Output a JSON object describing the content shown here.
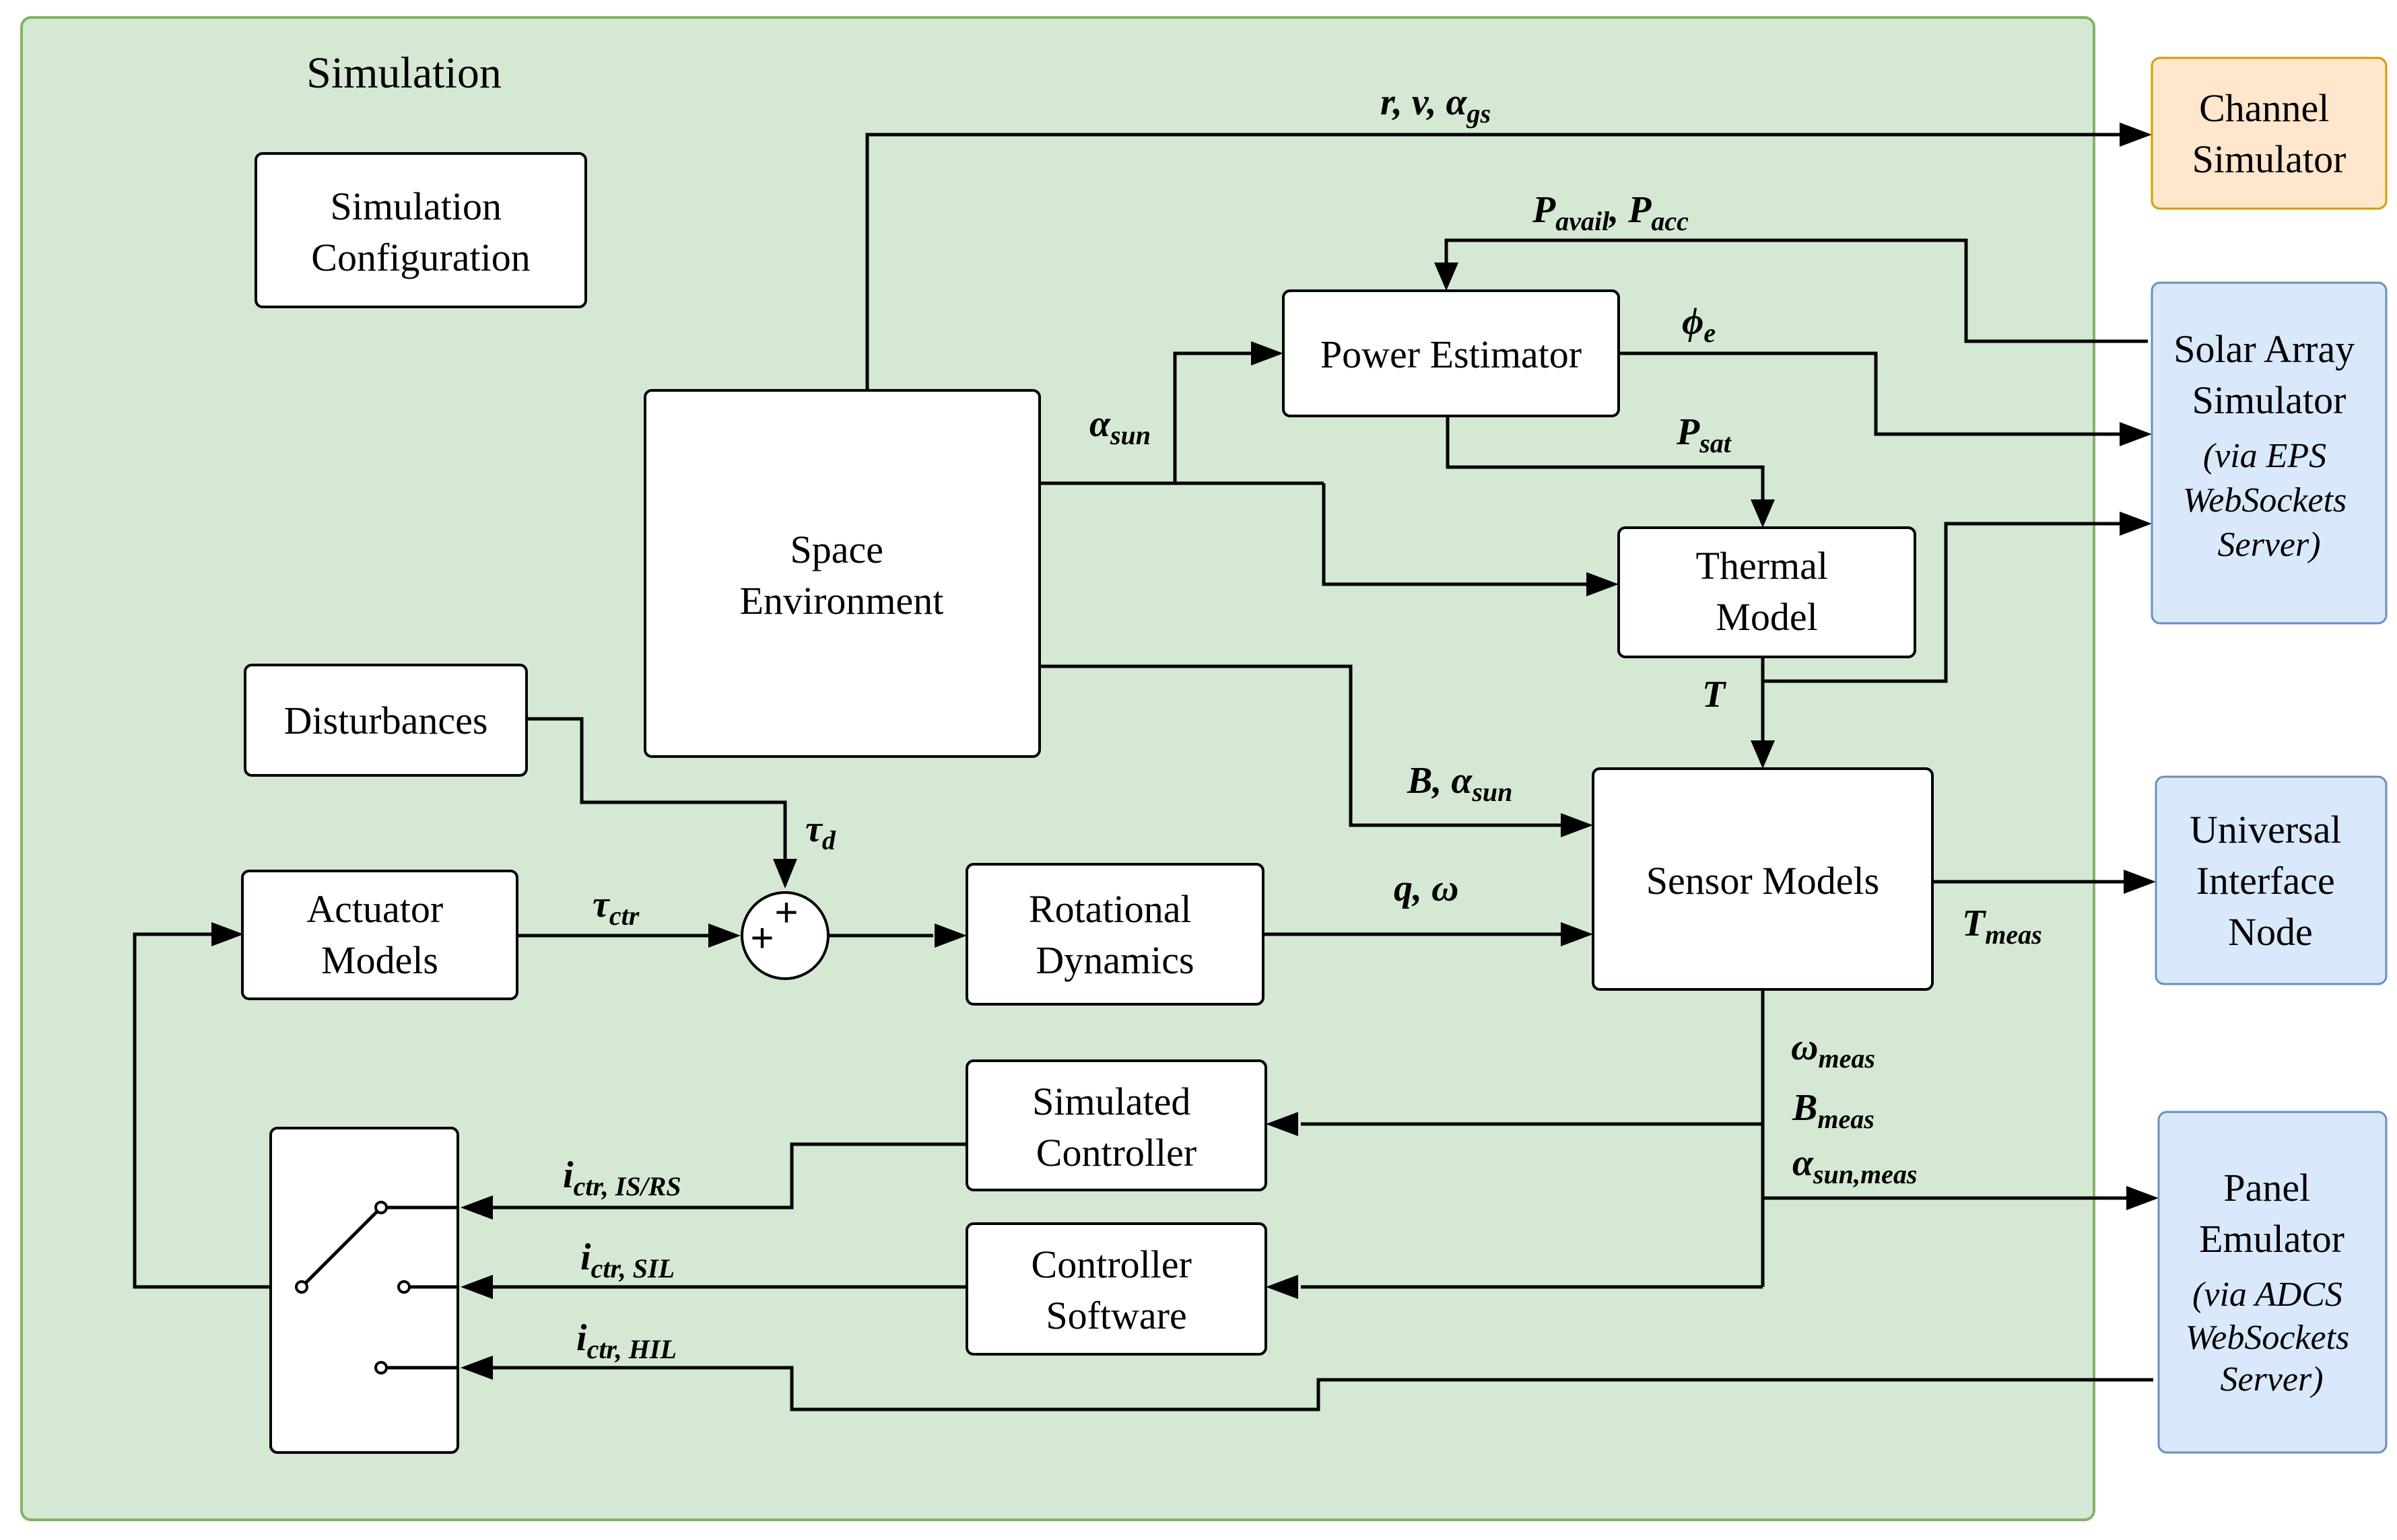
{
  "simulation": {
    "title": "Simulation"
  },
  "blocks": {
    "simulation_configuration": [
      "Simulation",
      "Configuration"
    ],
    "space_environment": [
      "Space",
      "Environment"
    ],
    "disturbances": "Disturbances",
    "actuator_models": [
      "Actuator",
      "Models"
    ],
    "rotational_dynamics": [
      "Rotational",
      "Dynamics"
    ],
    "power_estimator": "Power Estimator",
    "thermal_model": [
      "Thermal",
      "Model"
    ],
    "sensor_models": "Sensor Models",
    "simulated_controller": [
      "Simulated",
      "Controller"
    ],
    "controller_software": [
      "Controller",
      "Software"
    ]
  },
  "external": {
    "channel_simulator": [
      "Channel",
      "Simulator"
    ],
    "solar_array_simulator": {
      "lines": [
        "Solar Array",
        "Simulator"
      ],
      "note": [
        "(via EPS",
        "WebSockets",
        "Server)"
      ]
    },
    "universal_interface_node": [
      "Universal",
      "Interface",
      "Node"
    ],
    "panel_emulator": {
      "lines": [
        "Panel",
        "Emulator"
      ],
      "note": [
        "(via ADCS",
        "WebSockets",
        "Server)"
      ]
    }
  },
  "signals": {
    "r_v_alpha_gs": {
      "main": "r, v, α",
      "sub": "gs"
    },
    "p_avail_p_acc": {
      "p1": "P",
      "s1": "avail",
      "sep": ", P",
      "s2": "acc"
    },
    "phi_e": {
      "main": "ϕ",
      "sub": "e"
    },
    "alpha_sun": {
      "main": "α",
      "sub": "sun"
    },
    "p_sat": {
      "main": "P",
      "sub": "sat"
    },
    "t": "T",
    "b_alpha_sun": {
      "main": "B, α",
      "sub": "sun"
    },
    "tau_d": {
      "main": "τ",
      "sub": "d"
    },
    "tau_ctr": {
      "main": "τ",
      "sub": "ctr"
    },
    "q_omega": "q, ω",
    "t_meas": {
      "main": "T",
      "sub": "meas"
    },
    "omega_meas": {
      "main": "ω",
      "sub": "meas"
    },
    "b_meas": {
      "main": "B",
      "sub": "meas"
    },
    "alpha_sun_meas": {
      "main": "α",
      "sub": "sun,meas"
    },
    "i_ctr_is_rs": {
      "main": "i",
      "sub": "ctr, IS/RS"
    },
    "i_ctr_sil": {
      "main": "i",
      "sub": "ctr, SIL"
    },
    "i_ctr_hil": {
      "main": "i",
      "sub": "ctr, HIL"
    }
  },
  "summing_junction": {
    "signs": [
      "+",
      "+"
    ]
  },
  "colors": {
    "simulation_fill": "#d5e8d4",
    "simulation_stroke": "#82b366",
    "orange_fill": "#ffe6cc",
    "orange_stroke": "#d79b00",
    "blue_fill": "#dae8fc",
    "blue_stroke": "#6c8ebf"
  }
}
